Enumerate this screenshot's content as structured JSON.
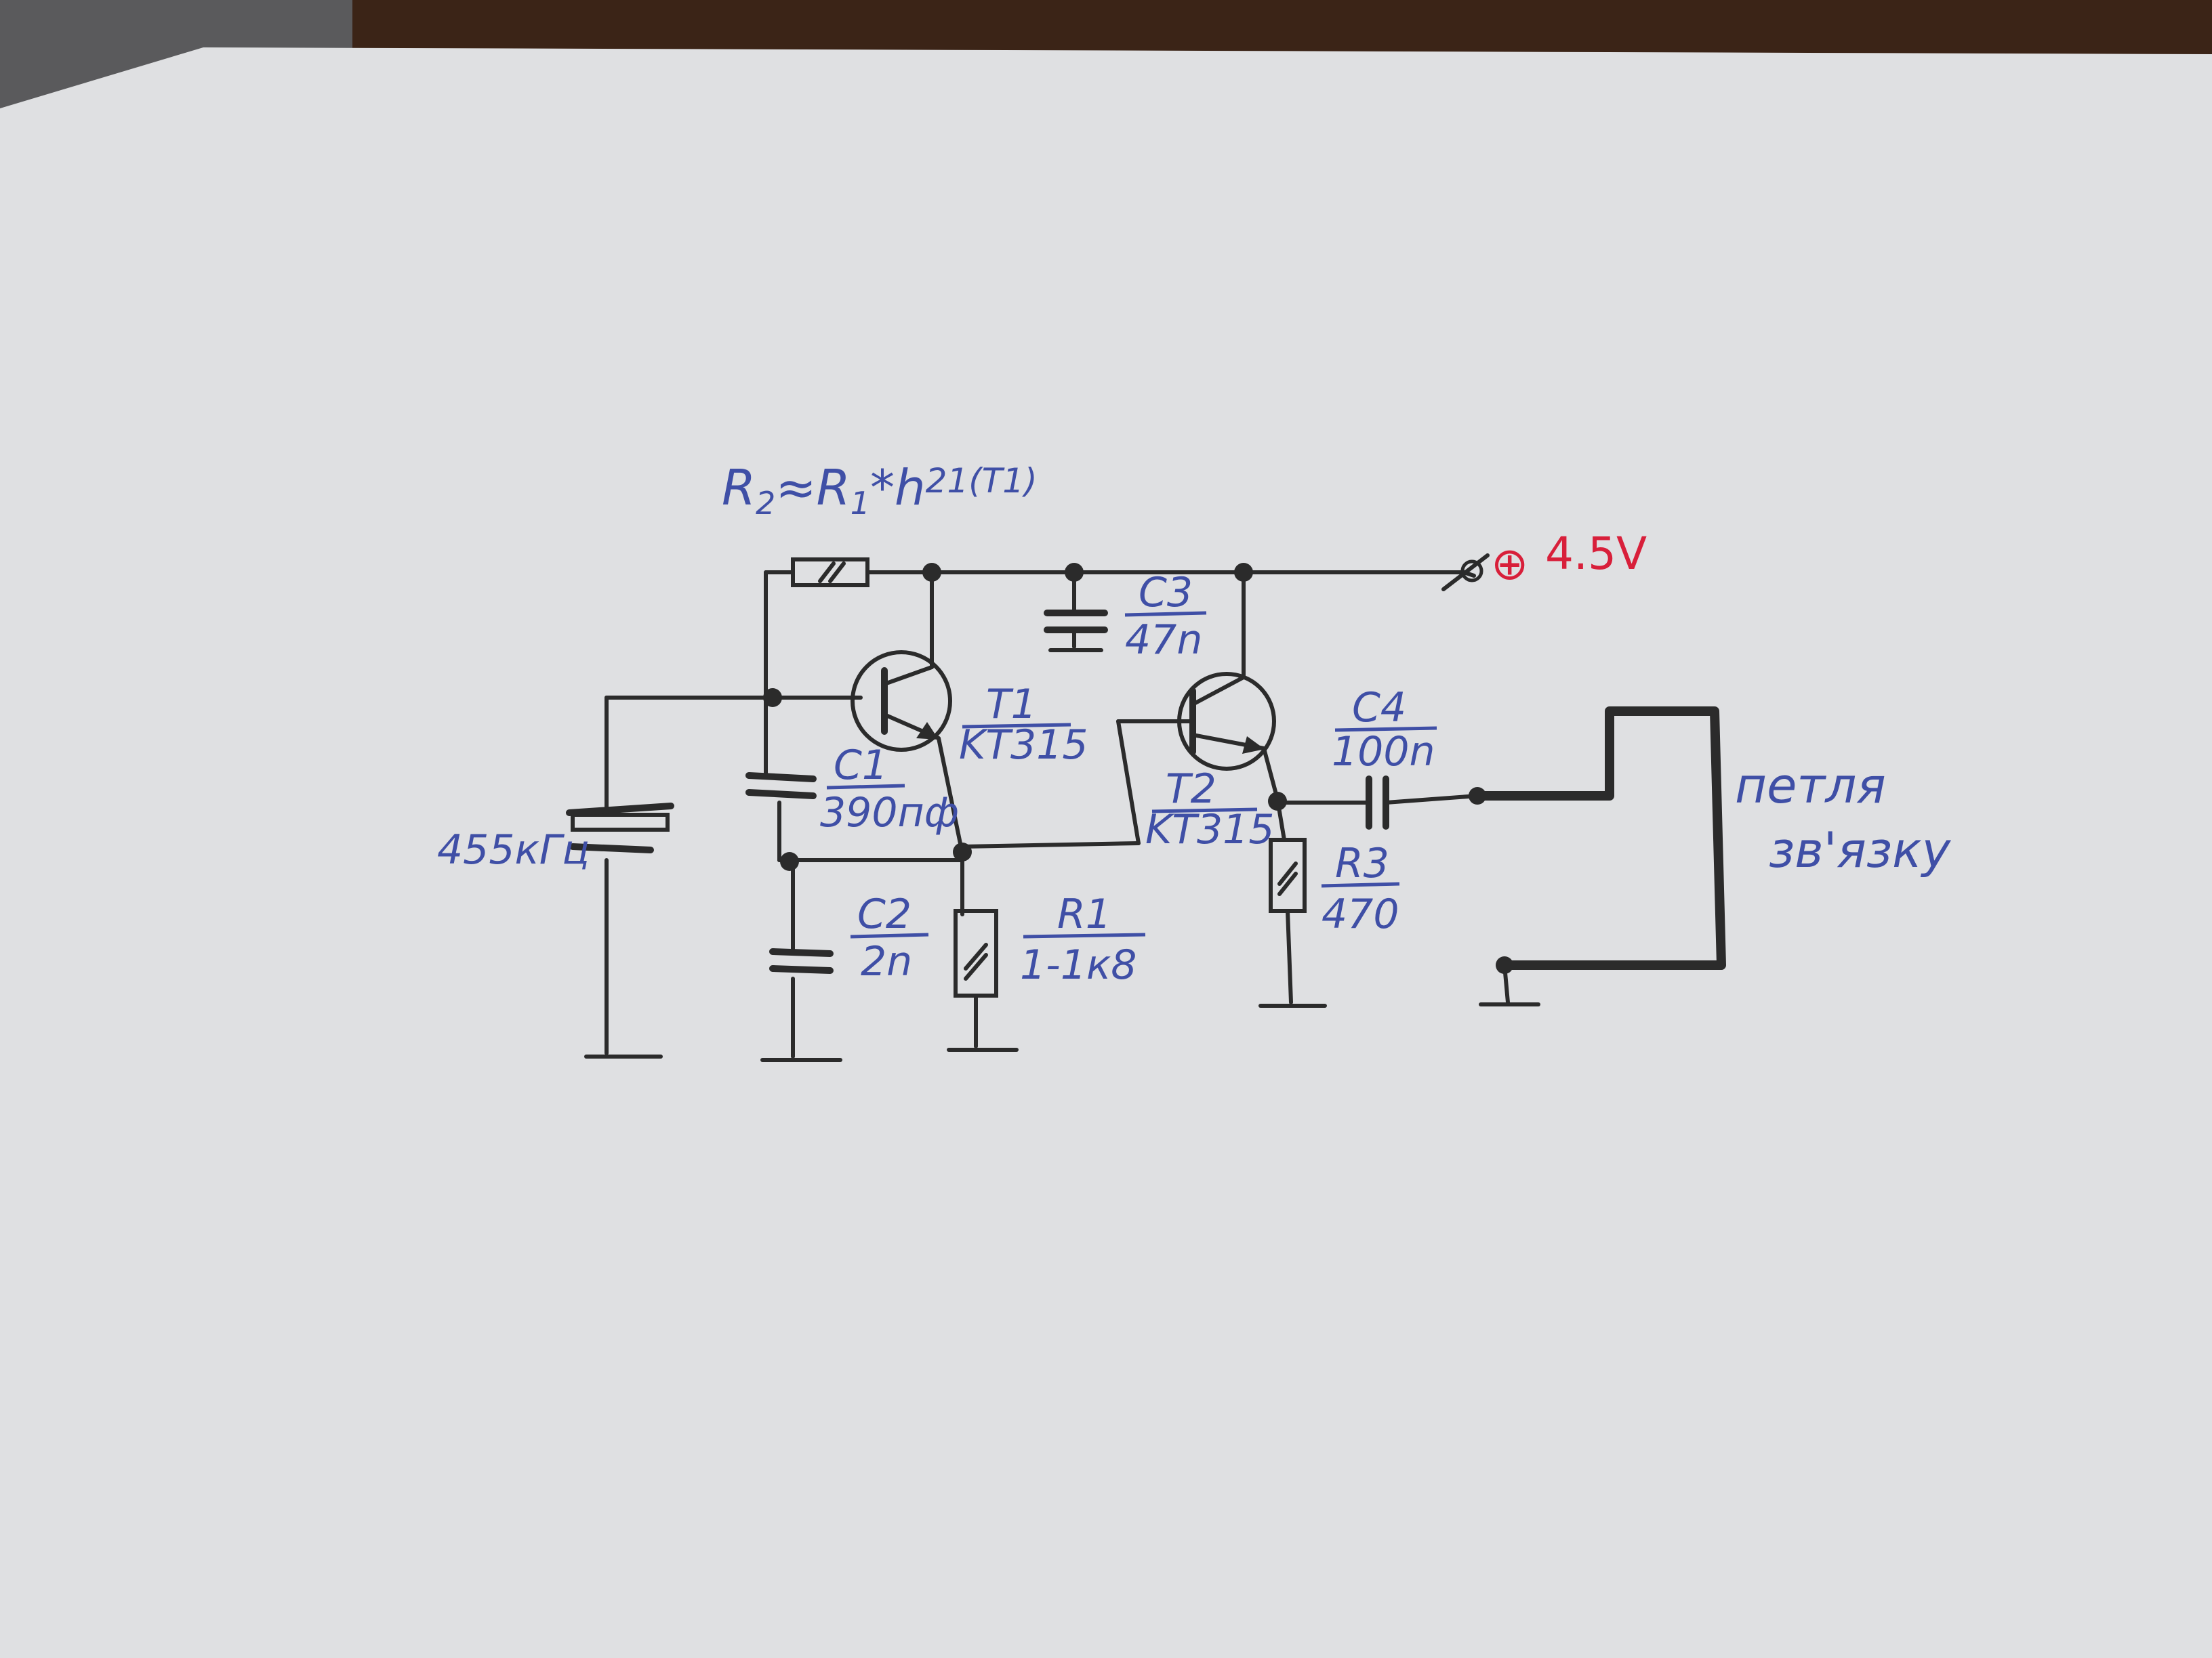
{
  "colors": {
    "paper": "#dfe0e2",
    "ink": "#2b2b2b",
    "label_ink": "#3f4fa6",
    "supply_ink": "#d81f3a",
    "table": "#3b2417"
  },
  "formula": {
    "lhs": "R",
    "lhs_sub": "2",
    "approx": "≈",
    "r": "R",
    "r_sub": "1",
    "rest": "*h",
    "h_sub": "21(T1)"
  },
  "supply": {
    "symbol": "⊕",
    "label": "4.5V"
  },
  "crystal": {
    "label": "455кГц"
  },
  "components": {
    "c1": {
      "name": "C1",
      "value": "390пф"
    },
    "c2": {
      "name": "C2",
      "value": "2n"
    },
    "c3": {
      "name": "C3",
      "value": "47n"
    },
    "c4": {
      "name": "C4",
      "value": "100n"
    },
    "r1": {
      "name": "R1",
      "value": "1-1к8"
    },
    "r3": {
      "name": "R3",
      "value": "470"
    },
    "t1": {
      "name": "T1",
      "type": "KT315"
    },
    "t2": {
      "name": "T2",
      "type": "KT315"
    }
  },
  "loop": {
    "line1": "петля",
    "line2": "зв'язку"
  }
}
